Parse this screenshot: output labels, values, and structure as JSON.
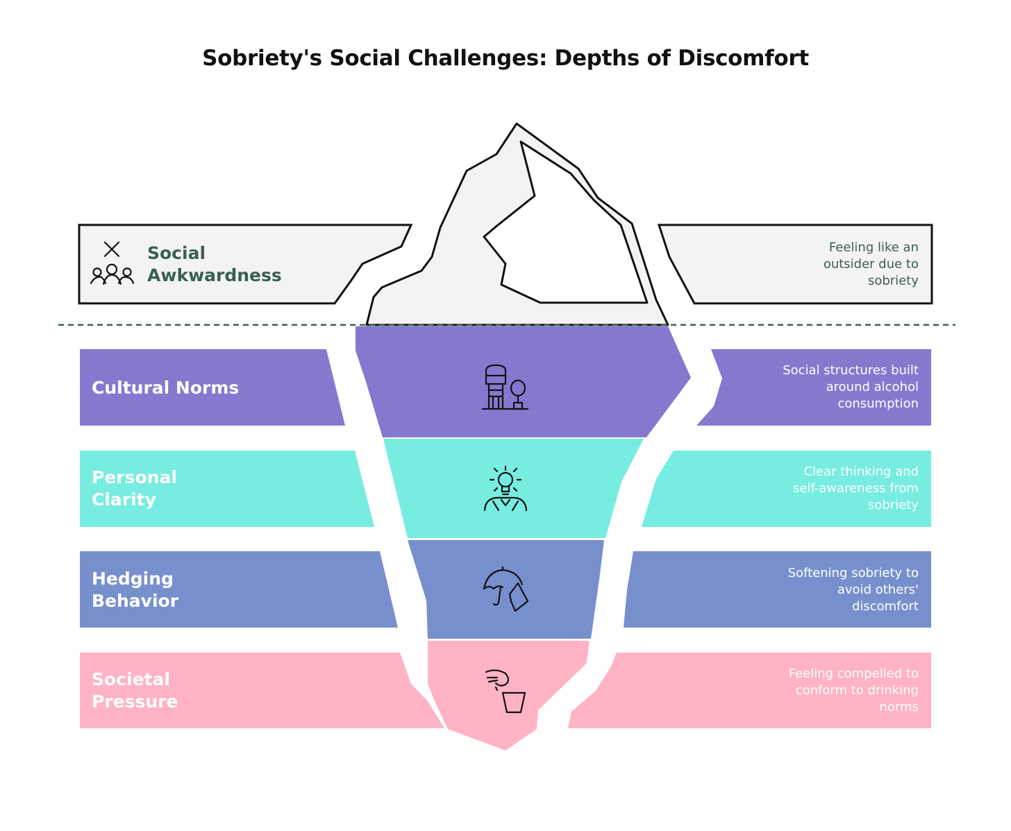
{
  "title": "Sobriety's Social Challenges: Depths of Discomfort",
  "colors": {
    "top_label": "#3b5e54",
    "cultural_norms": "#8579cf",
    "personal_clarity": "#77ece0",
    "hedging_behavior": "#7790cd",
    "societal_pressure": "#ffb3c4",
    "ice": "#f3f3f3",
    "waterline": "#3b5e54"
  },
  "layers": [
    {
      "id": "social-awkwardness",
      "label": "Social\nAwkwardness",
      "description": "Feeling like an\noutsider due to\nsobriety",
      "icon": "group-x-icon"
    },
    {
      "id": "cultural-norms",
      "label": "Cultural Norms",
      "description": "Social structures built\naround alcohol\nconsumption",
      "icon": "water-tower-tree-icon"
    },
    {
      "id": "personal-clarity",
      "label": "Personal\nClarity",
      "description": "Clear thinking and\nself-awareness from\nsobriety",
      "icon": "lightbulb-person-icon"
    },
    {
      "id": "hedging-behavior",
      "label": "Hedging\nBehavior",
      "description": "Softening sobriety to\navoid others'\ndiscomfort",
      "icon": "umbrella-hand-icon"
    },
    {
      "id": "societal-pressure",
      "label": "Societal\nPressure",
      "description": "Feeling compelled to\nconform to drinking\nnorms",
      "icon": "hand-cup-icon"
    }
  ]
}
